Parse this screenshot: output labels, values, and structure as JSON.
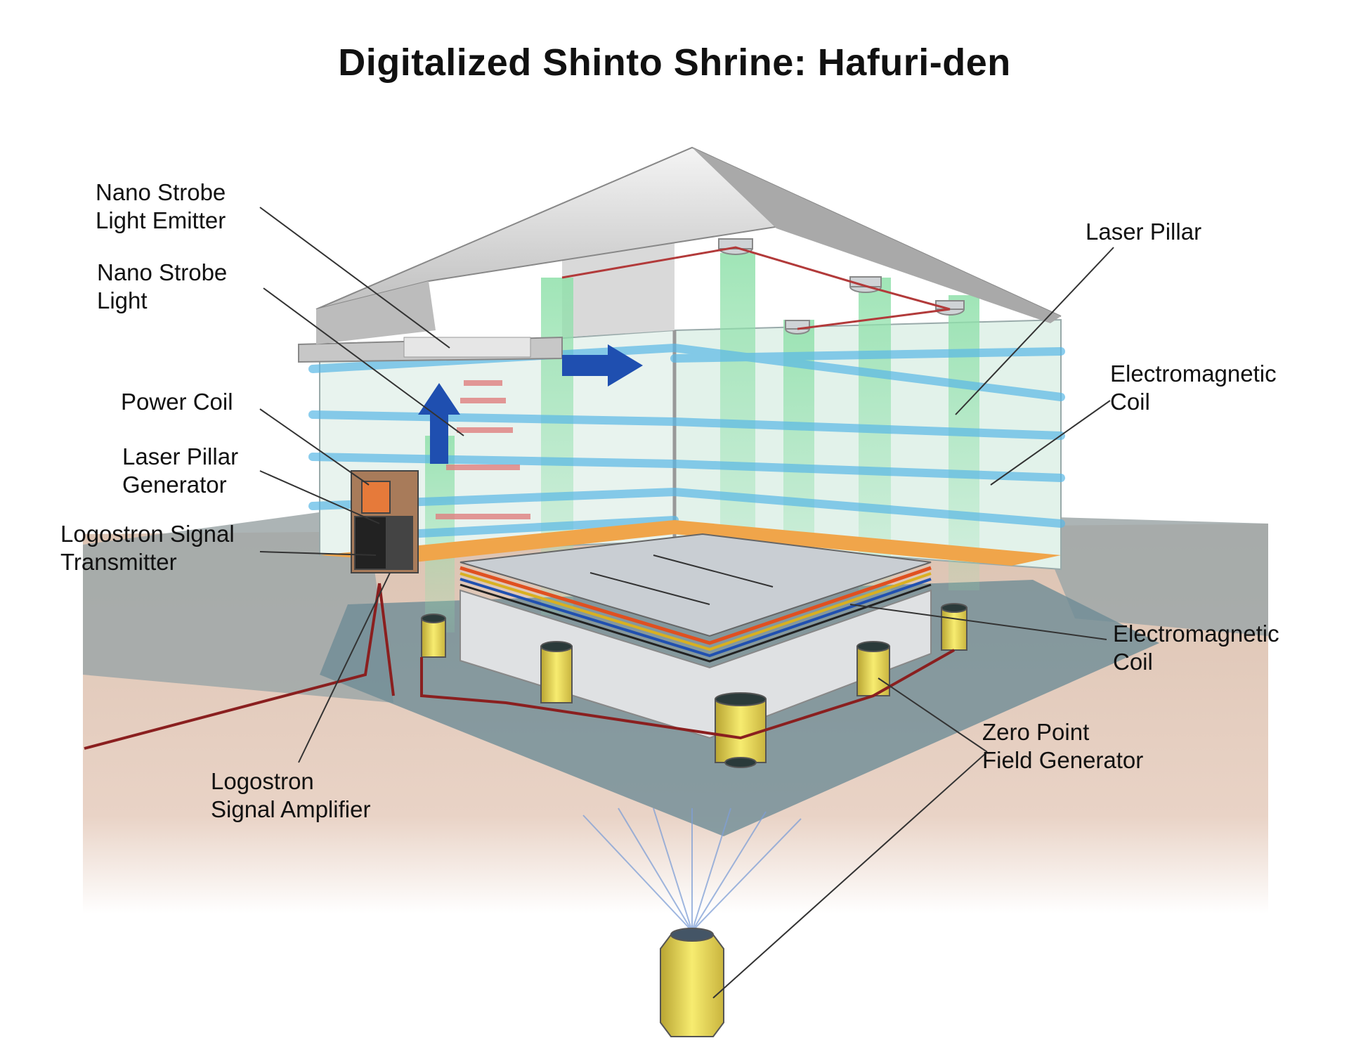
{
  "title": "Digitalized Shinto Shrine: Hafuri-den",
  "labels": {
    "nano_strobe_light_emitter": [
      "Nano Strobe",
      "Light Emitter"
    ],
    "nano_strobe_light": [
      "Nano Strobe",
      "Light"
    ],
    "power_coil": [
      "Power Coil"
    ],
    "laser_pillar_generator": [
      "Laser Pillar",
      "Generator"
    ],
    "logostron_signal_transmitter": [
      "Logostron Signal",
      "Transmitter"
    ],
    "logostron_signal_amplifier": [
      "Logostron",
      "Signal Amplifier"
    ],
    "laser_pillar": [
      "Laser Pillar"
    ],
    "electromagnetic_coil_upper": [
      "Electromagnetic",
      "Coil"
    ],
    "electromagnetic_coil_lower": [
      "Electromagnetic",
      "Coil"
    ],
    "zero_point_field_generator": [
      "Zero Point",
      "Field Generator"
    ]
  },
  "colors": {
    "laser_beam": "#5ab8e6",
    "laser_pillar": "#9fe0b8",
    "arrow": "#1f4fb0",
    "generator": "#f2e25a",
    "wire": "#8a1f1f",
    "floor_trim": "#f0a54a"
  }
}
